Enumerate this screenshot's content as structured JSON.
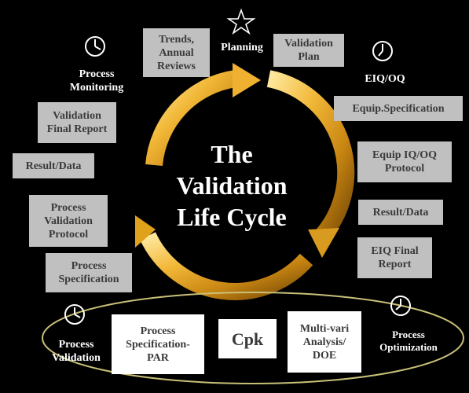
{
  "title": {
    "line1": "The",
    "line2": "Validation",
    "line3": "Life Cycle"
  },
  "labels": {
    "planning": "Planning",
    "process_monitoring": "Process\nMonitoring",
    "eiq_oq": "EIQ/OQ",
    "process_validation": "Process\nValidation",
    "process_optimization": "Process\nOptimization"
  },
  "boxes": {
    "trends": "Trends,\nAnnual\nReviews",
    "validation_plan": "Validation\nPlan",
    "validation_final_report": "Validation\nFinal Report",
    "result_data_left": "Result/Data",
    "process_validation_protocol": "Process\nValidation\nProtocol",
    "process_specification": "Process\nSpecification",
    "equip_specification": "Equip.Specification",
    "equip_iq_oq_protocol": "Equip IQ/OQ\nProtocol",
    "result_data_right": "Result/Data",
    "eiq_final_report": "EIQ Final\nReport",
    "process_spec_par": "Process\nSpecification-\nPAR",
    "cpk": "Cpk",
    "multi_vari": "Multi-vari\nAnalysis/\nDOE"
  },
  "icons": [
    "star-icon",
    "clock-icon"
  ],
  "colors": {
    "background": "#000000",
    "gray_box": "#c0c0c0",
    "white_box": "#ffffff",
    "arrow_gold": "#e0a21c",
    "ellipse": "#c8c078"
  }
}
